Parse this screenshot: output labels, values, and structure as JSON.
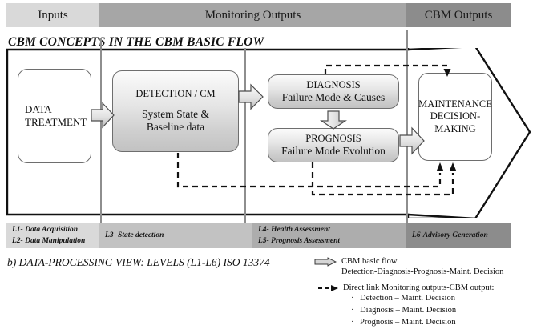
{
  "header": {
    "bands": [
      {
        "key": "inputs",
        "label": "Inputs",
        "color": "#d9d9d9"
      },
      {
        "key": "monitoring",
        "label": "Monitoring Outputs",
        "color": "#a6a6a6"
      },
      {
        "key": "cbm",
        "label": "CBM Outputs",
        "color": "#8c8c8c"
      }
    ]
  },
  "title": "CBM CONCEPTS IN THE CBM BASIC FLOW",
  "diagram": {
    "nodes": [
      {
        "key": "data_treatment",
        "line1": "DATA",
        "line2": "TREATMENT"
      },
      {
        "key": "detection",
        "title": "DETECTION / CM",
        "sub1": "System State &",
        "sub2": "Baseline data"
      },
      {
        "key": "diagnosis",
        "title": "DIAGNOSIS",
        "sub1": "Failure Mode & Causes"
      },
      {
        "key": "prognosis",
        "title": "PROGNOSIS",
        "sub1": "Failure Mode Evolution"
      },
      {
        "key": "maintenance",
        "line1": "MAINTENANCE",
        "line2": "DECISION-",
        "line3": "MAKING"
      }
    ],
    "flow_arrows": [
      {
        "key": "data-to-detection",
        "direction": "right"
      },
      {
        "key": "detection-to-diagnosis",
        "direction": "right"
      },
      {
        "key": "diagnosis-to-prognosis",
        "direction": "down"
      },
      {
        "key": "prognosis-to-maintenance",
        "direction": "right"
      }
    ],
    "dashed_links": [
      {
        "key": "diagnosis-to-maintenance"
      },
      {
        "key": "detection-to-maintenance"
      },
      {
        "key": "prognosis-to-maintenance"
      }
    ]
  },
  "levels": [
    {
      "key": "l1l2",
      "line1": "L1- Data Acquisition",
      "line2": "L2- Data Manipulation",
      "color": "#d9d9d9"
    },
    {
      "key": "l3",
      "line1": "L3- State detection",
      "line2": "",
      "color": "#c2c2c2"
    },
    {
      "key": "l4l5",
      "line1": "L4- Health Assessment",
      "line2": "L5- Prognosis Assessment",
      "color": "#adadad"
    },
    {
      "key": "l6",
      "line1": "L6-Advisory Generation",
      "line2": "",
      "color": "#8c8c8c"
    }
  ],
  "caption": "b) DATA-PROCESSING VIEW: LEVELS (L1-L6) ISO 13374",
  "legend": {
    "items": [
      {
        "key": "basic-flow",
        "icon": "block-arrow-right-icon",
        "line1": "CBM basic flow",
        "line2": "Detection-Diagnosis-Prognosis-Maint. Decision",
        "bullets": []
      },
      {
        "key": "direct-link",
        "icon": "dashed-arrow-right-icon",
        "line1": "Direct link Monitoring outputs-CBM output:",
        "line2": "",
        "bullets": [
          "Detection – Maint. Decision",
          "Diagnosis – Maint. Decision",
          "Prognosis – Maint. Decision"
        ]
      }
    ],
    "bullet_glyph": "·"
  },
  "colors": {
    "band_light": "#d9d9d9",
    "band_mid": "#a6a6a6",
    "band_dark": "#8c8c8c",
    "divider": "#8e8e8e",
    "stroke": "#111111"
  }
}
